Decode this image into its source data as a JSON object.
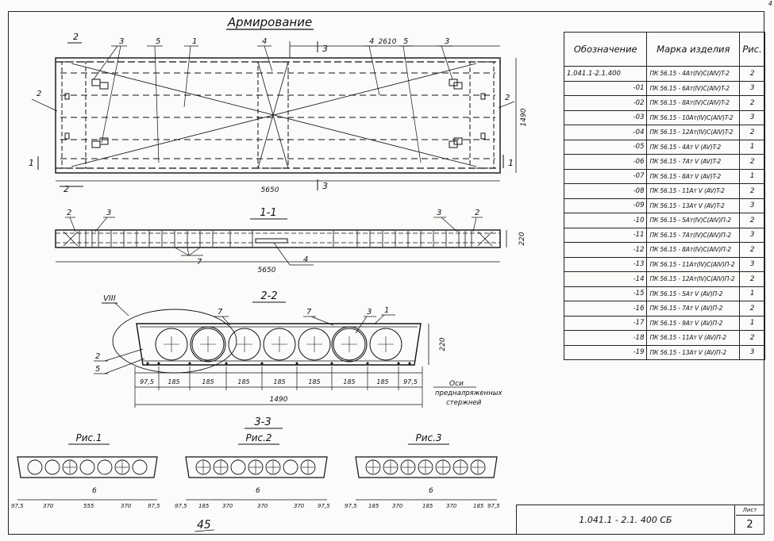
{
  "corner_number": "4",
  "title": "Армирование",
  "plan": {
    "width_dim": "2610",
    "length_dim": "5650",
    "height_dim": "1490",
    "cut_top": "2",
    "cut_bottom": "2",
    "cut_left": "1",
    "cut_right": "1",
    "cut_mid_top": "3",
    "cut_mid_bottom": "3",
    "callouts_left": [
      "3",
      "5",
      "1",
      "4"
    ],
    "callouts_right": [
      "4",
      "5",
      "3"
    ],
    "side_label_left": "2",
    "side_label_right": "2"
  },
  "section_1_1": {
    "title": "1-1",
    "length": "5650",
    "height": "220",
    "callouts": [
      "2",
      "3",
      "3",
      "2",
      "7",
      "4"
    ]
  },
  "section_2_2": {
    "title": "2-2",
    "node_label": "VIII",
    "height": "220",
    "total_width": "1490",
    "dims": [
      "97,5",
      "185",
      "185",
      "185",
      "185",
      "185",
      "185",
      "185",
      "97,5"
    ],
    "callouts": [
      "7",
      "7",
      "3",
      "1",
      "2",
      "5"
    ],
    "axis_note_1": "Оси",
    "axis_note_2": "предналряженных",
    "axis_note_3": "стержней"
  },
  "section_3_3": {
    "title": "3-3",
    "figs": [
      {
        "label": "Рис.1",
        "mark": "6",
        "dims": [
          "97,5",
          "370",
          "555",
          "370",
          "97,5"
        ]
      },
      {
        "label": "Рис.2",
        "mark": "6",
        "dims": [
          "97,5",
          "185",
          "370",
          "370",
          "370",
          "97,5"
        ]
      },
      {
        "label": "Рис.3",
        "mark": "6",
        "dims": [
          "97,5",
          "185",
          "370",
          "185",
          "370",
          "185",
          "97,5"
        ]
      }
    ]
  },
  "handwritten_note": "45",
  "spec_table": {
    "headers": [
      "Обозначение",
      "Марка изделия",
      "Рис."
    ],
    "rows": [
      [
        "1.041.1-2.1.400",
        "ПК 56.15 - 4Aт(IV)C(AIV)T-2",
        "2"
      ],
      [
        "-01",
        "ПК 56.15 - 6Aт(IV)C(AIV)T-2",
        "3"
      ],
      [
        "-02",
        "ПК 56.15 - 8Aт(IV)C(AIV)T-2",
        "2"
      ],
      [
        "-03",
        "ПК 56.15 - 10Aт(IV)C(AIV)T-2",
        "3"
      ],
      [
        "-04",
        "ПК 56.15 - 12Aт(IV)C(AIV)T-2",
        "2"
      ],
      [
        "-05",
        "ПК 56.15 - 4Aт V (AV)T-2",
        "1"
      ],
      [
        "-06",
        "ПК 56.15 - 7Aт V (AV)T-2",
        "2"
      ],
      [
        "-07",
        "ПК 56.15 - 8Aт V (AV)T-2",
        "1"
      ],
      [
        "-08",
        "ПК 56.15 - 11Aт V (AV)T-2",
        "2"
      ],
      [
        "-09",
        "ПК 56.15 - 13Aт V (AV)T-2",
        "3"
      ],
      [
        "-10",
        "ПК 56.15 - 5Aт(IV)C(AIV)П-2",
        "2"
      ],
      [
        "-11",
        "ПК 56.15 - 7Aт(IV)C(AIV)П-2",
        "3"
      ],
      [
        "-12",
        "ПК 56.15 - 8Aт(IV)C(AIV)П-2",
        "2"
      ],
      [
        "-13",
        "ПК 56.15 - 11Aт(IV)C(AIV)П-2",
        "3"
      ],
      [
        "-14",
        "ПК 56.15 - 12Aт(IV)C(AIV)П-2",
        "2"
      ],
      [
        "-15",
        "ПК 56.15 - 5Aт V (AV)П-2",
        "1"
      ],
      [
        "-16",
        "ПК 56.15 - 7Aт V (AV)П-2",
        "2"
      ],
      [
        "-17",
        "ПК 56.15 - 9Aт V (AV)П-2",
        "1"
      ],
      [
        "-18",
        "ПК 56.15 - 11Aт V (AV)П-2",
        "2"
      ],
      [
        "-19",
        "ПК 56.15 - 13Aт V (AV)П-2",
        "3"
      ]
    ]
  },
  "title_block": {
    "code": "1.041.1 - 2.1. 400 СБ",
    "sheet_label": "Лист",
    "sheet_number": "2"
  }
}
